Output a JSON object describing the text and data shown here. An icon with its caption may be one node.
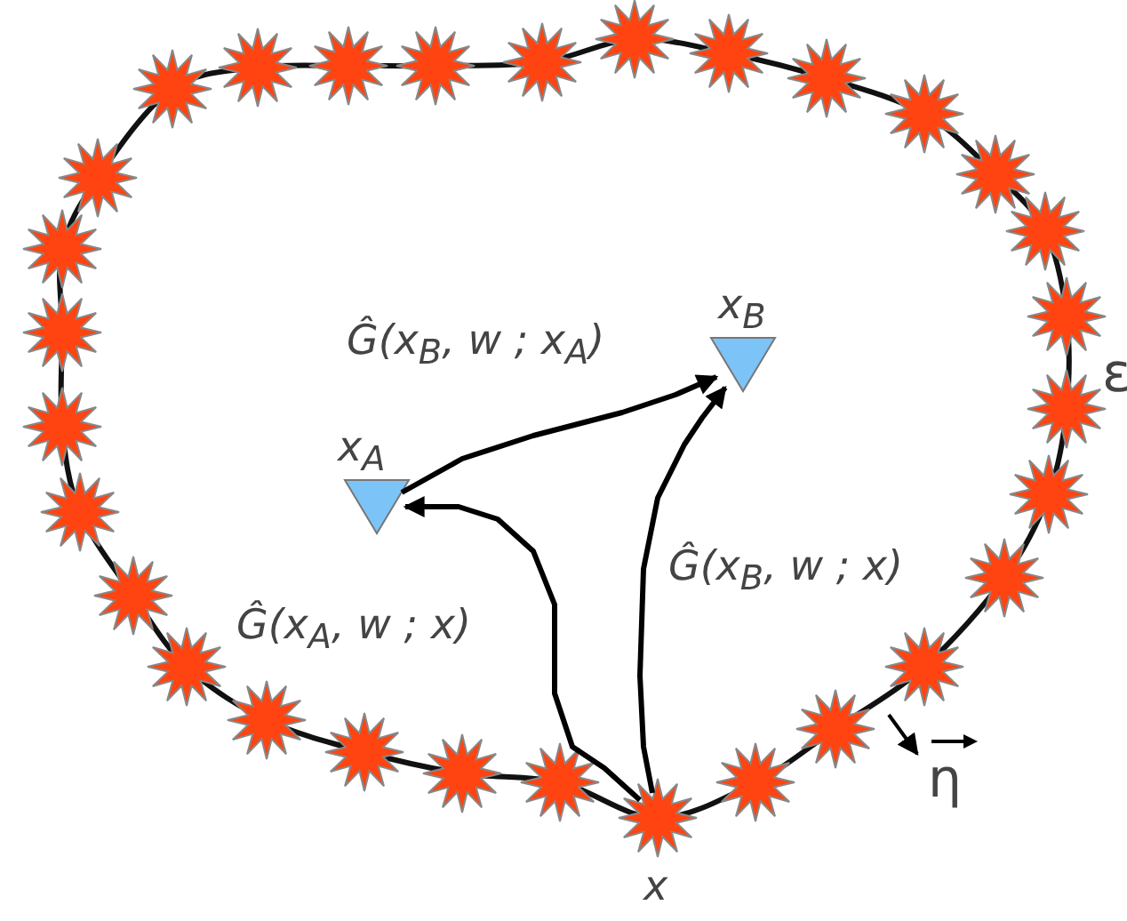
{
  "diagram": {
    "nodes": [
      {
        "text": [
          "x$_{B}$"
        ]
      },
      {
        "text": [
          "x$_{A}$"
        ]
      },
      {
        "text": [
          "x"
        ]
      },
      {
        "text": [],
        "shape": "star"
      },
      {
        "text": [],
        "shape": "star"
      },
      {
        "text": [],
        "shape": "star"
      },
      {
        "text": [],
        "shape": "star"
      },
      {
        "text": [],
        "shape": "star"
      },
      {
        "text": [],
        "shape": "star"
      },
      {
        "text": [],
        "shape": "star"
      },
      {
        "text": [],
        "shape": "star"
      },
      {
        "text": [],
        "shape": "star"
      },
      {
        "text": [],
        "shape": "star"
      },
      {
        "text": [],
        "shape": "star"
      },
      {
        "text": [],
        "shape": "star"
      },
      {
        "text": [],
        "shape": "star"
      },
      {
        "text": [],
        "shape": "star"
      },
      {
        "text": [],
        "shape": "star"
      },
      {
        "text": [],
        "shape": "star"
      },
      {
        "text": [],
        "shape": "star"
      },
      {
        "text": [],
        "shape": "star"
      },
      {
        "text": [],
        "shape": "star"
      },
      {
        "text": [],
        "shape": "star"
      },
      {
        "text": [],
        "shape": "star"
      },
      {
        "text": [],
        "shape": "star"
      },
      {
        "text": [],
        "shape": "star"
      },
      {
        "text": [],
        "shape": "star"
      },
      {
        "text": [],
        "shape": "star"
      },
      {
        "text": [],
        "shape": "star"
      },
      {
        "text": [],
        "shape": "star"
      },
      {
        "text": [],
        "shape": "star"
      },
      {
        "text": [],
        "shape": "star"
      }
    ],
    "edges": [
      {
        "from": 1,
        "to": 0,
        "arrow": "to",
        "label": "Ĝ(x$_{B}$, w ; x$_{A}$)"
      },
      {
        "from": 2,
        "to": 1,
        "arrow": "to",
        "label": "Ĝ(x$_{A}$, w ; x)"
      },
      {
        "from": 2,
        "to": 0,
        "arrow": "to",
        "label": "Ĝ(x$_{B}$, w ; x)"
      }
    ],
    "labels": [
      "ε",
      "η"
    ]
  }
}
